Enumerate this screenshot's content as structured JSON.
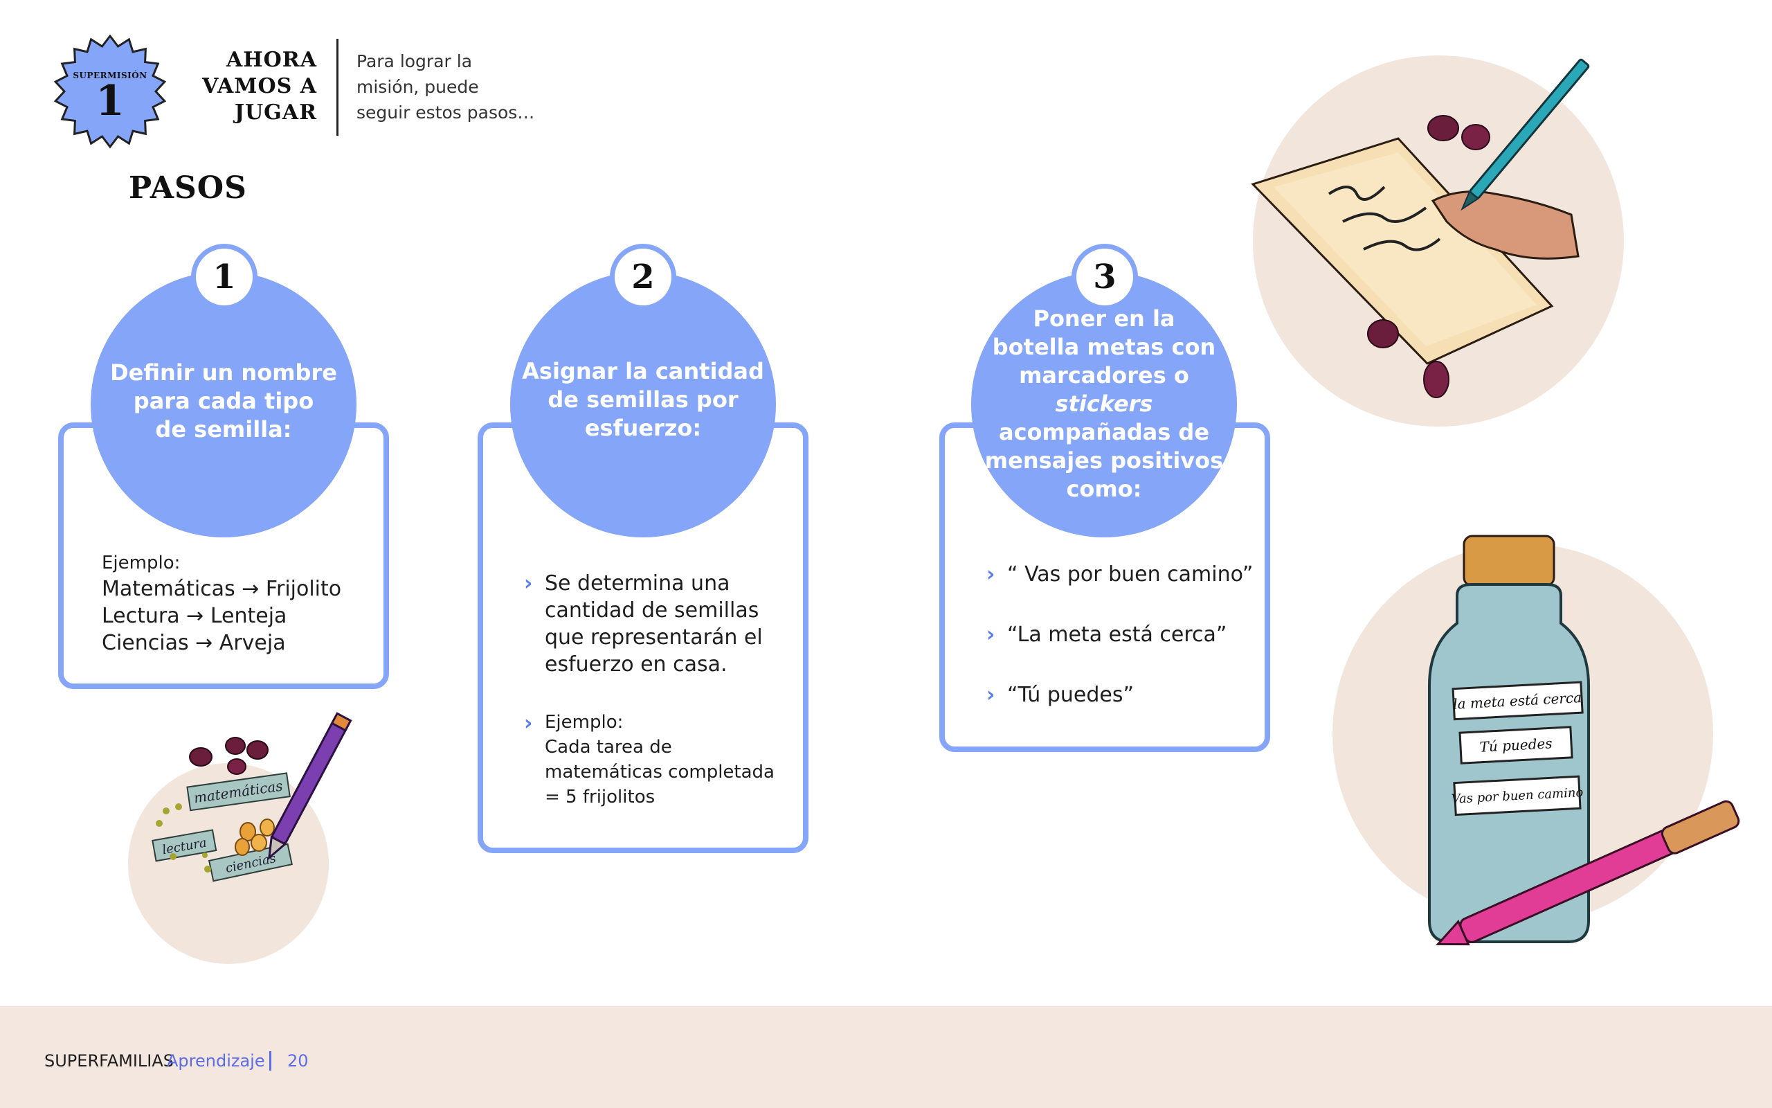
{
  "header": {
    "badge_label": "SUPERMISIÓN",
    "badge_number": "1",
    "title_lines": [
      "AHORA",
      "VAMOS A",
      "JUGAR"
    ],
    "intro_lines": [
      "Para lograr la",
      "misión, puede",
      "seguir estos pasos…"
    ]
  },
  "steps_title": "PASOS",
  "steps": [
    {
      "number": "1",
      "heading_lines": [
        "Definir un nombre",
        "para cada tipo",
        "de semilla:"
      ],
      "example_label": "Ejemplo:",
      "example_lines": [
        "Matemáticas → Frijolito",
        "Lectura → Lenteja",
        "Ciencias → Arveja"
      ]
    },
    {
      "number": "2",
      "heading_lines": [
        "Asignar la cantidad",
        "de semillas por",
        "esfuerzo:"
      ],
      "bullet1_lines": [
        "Se determina una",
        "cantidad de semillas",
        "que representarán el",
        "esfuerzo en casa."
      ],
      "example_label": "Ejemplo:",
      "example_lines": [
        "Cada tarea de",
        "matemáticas completada",
        "= 5 frijolitos"
      ]
    },
    {
      "number": "3",
      "heading_lines": [
        "Poner en la",
        "botella metas con",
        "marcadores o ",
        "stickers",
        "acompañadas de",
        "mensajes positivos",
        "como:"
      ],
      "messages": [
        "“ Vas por buen camino”",
        "“La meta está cerca”",
        "“Tú puedes”"
      ]
    }
  ],
  "illustrations": {
    "seed_labels": [
      "matemáticas",
      "lectura",
      "ciencias"
    ],
    "bottle_labels": [
      "la meta está cerca",
      "Tú puedes",
      "Vas por buen camino"
    ]
  },
  "footer": {
    "brand": "SUPERFAMILIAS",
    "section": "Aprendizaje",
    "page": "20"
  },
  "colors": {
    "accent_blue": "#85a5f8",
    "footer_bg": "#f4e7df",
    "footer_link": "#5b6de6",
    "illustration_circle": "#f2e6dc"
  }
}
